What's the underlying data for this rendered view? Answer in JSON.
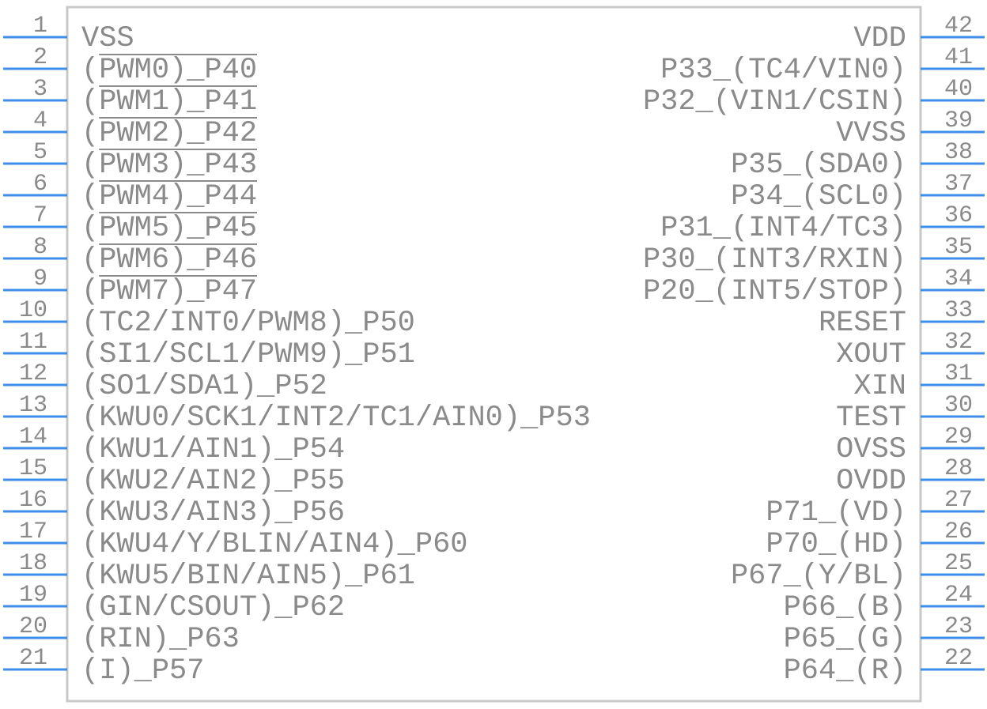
{
  "colors": {
    "body_outline": "#c8c8c8",
    "pin_line": "#3f8fe8",
    "text": "#8a8a8a",
    "overline": "#8a8a8a"
  },
  "pins": [
    {
      "n": "1",
      "side": "left",
      "label": "VSS"
    },
    {
      "n": "2",
      "side": "left",
      "label": "(PWM0)_P40",
      "ol": "PWM0)_P40"
    },
    {
      "n": "3",
      "side": "left",
      "label": "(PWM1)_P41",
      "ol": "PWM1)_P41"
    },
    {
      "n": "4",
      "side": "left",
      "label": "(PWM2)_P42",
      "ol": "PWM2)_P42"
    },
    {
      "n": "5",
      "side": "left",
      "label": "(PWM3)_P43",
      "ol": "PWM3)_P43"
    },
    {
      "n": "6",
      "side": "left",
      "label": "(PWM4)_P44",
      "ol": "PWM4)_P44"
    },
    {
      "n": "7",
      "side": "left",
      "label": "(PWM5)_P45",
      "ol": "PWM5)_P45"
    },
    {
      "n": "8",
      "side": "left",
      "label": "(PWM6)_P46",
      "ol": "PWM6)_P46"
    },
    {
      "n": "9",
      "side": "left",
      "label": "(PWM7)_P47",
      "ol": "PWM7)_P47"
    },
    {
      "n": "10",
      "side": "left",
      "label": "(TC2/INT0/PWM8)_P50",
      "ol": ")_P47"
    },
    {
      "n": "11",
      "side": "left",
      "label": "(SI1/SCL1/PWM9)_P51",
      "ol": "PWM8)_P50"
    },
    {
      "n": "12",
      "side": "left",
      "label": "(SO1/SDA1)_P52",
      "ol": "_P51"
    },
    {
      "n": "13",
      "side": "left",
      "label": "(KWU0/SCK1/INT2/TC1/AIN0)_P53",
      "ol": "SO1/SDA1)"
    },
    {
      "n": "14",
      "side": "left",
      "label": "(KWU1/AIN1)_P54",
      "ol": "KWU0"
    },
    {
      "n": "15",
      "side": "left",
      "label": "(KWU2/AIN2)_P55",
      "ol": "KWU1"
    },
    {
      "n": "16",
      "side": "left",
      "label": "(KWU3/AIN3)_P56",
      "ol": "KWU2"
    },
    {
      "n": "17",
      "side": "left",
      "label": "(KWU4/Y/BLIN/AIN4)_P60",
      "ol": "KWU3"
    },
    {
      "n": "18",
      "side": "left",
      "label": "(KWU5/BIN/AIN5)_P61",
      "ol": "KWU4"
    },
    {
      "n": "19",
      "side": "left",
      "label": "(GIN/CSOUT)_P62",
      "ol": "_P61"
    },
    {
      "n": "20",
      "side": "left",
      "label": "(RIN)_P63"
    },
    {
      "n": "21",
      "side": "left",
      "label": "(I)_P57"
    },
    {
      "n": "42",
      "side": "right",
      "label": "VDD"
    },
    {
      "n": "41",
      "side": "right",
      "label": "P33_(TC4/VIN0)"
    },
    {
      "n": "40",
      "side": "right",
      "label": "P32_(VIN1/CSIN)"
    },
    {
      "n": "39",
      "side": "right",
      "label": "VVSS"
    },
    {
      "n": "38",
      "side": "right",
      "label": "P35_(SDA0)"
    },
    {
      "n": "37",
      "side": "right",
      "label": "P34_(SCL0)"
    },
    {
      "n": "36",
      "side": "right",
      "label": "P31_(INT4/TC3)"
    },
    {
      "n": "35",
      "side": "right",
      "label": "P30_(INT3/RXIN)"
    },
    {
      "n": "34",
      "side": "right",
      "label": "P20_(INT5/STOP)",
      "ol": "INT3/RXIN)"
    },
    {
      "n": "33",
      "side": "right",
      "label": "RESET",
      "ol": "STOP)"
    },
    {
      "n": "32",
      "side": "right",
      "label": "XOUT"
    },
    {
      "n": "31",
      "side": "right",
      "label": "XIN"
    },
    {
      "n": "30",
      "side": "right",
      "label": "TEST"
    },
    {
      "n": "29",
      "side": "right",
      "label": "OVSS"
    },
    {
      "n": "28",
      "side": "right",
      "label": "OVDD"
    },
    {
      "n": "27",
      "side": "right",
      "label": "P71_(VD)",
      "ol": "VDD"
    },
    {
      "n": "26",
      "side": "right",
      "label": "P70_(HD)",
      "ol": "VD)"
    },
    {
      "n": "25",
      "side": "right",
      "label": "P67_(Y/BL)"
    },
    {
      "n": "24",
      "side": "right",
      "label": "P66_(B)"
    },
    {
      "n": "23",
      "side": "right",
      "label": "P65_(G)"
    },
    {
      "n": "22",
      "side": "right",
      "label": "P64_(R)"
    }
  ]
}
